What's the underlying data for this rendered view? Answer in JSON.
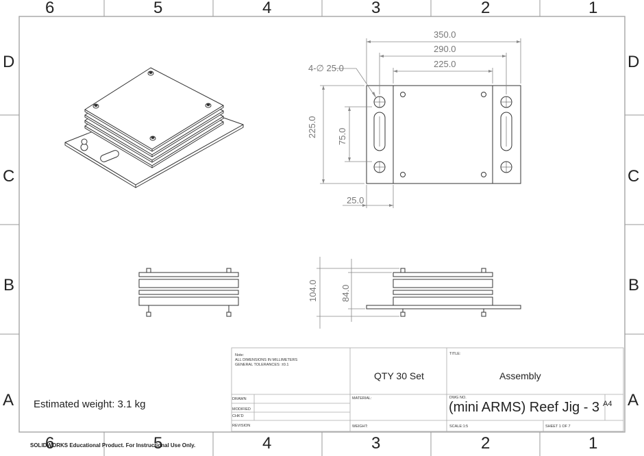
{
  "sheet": {
    "zone_columns": [
      "6",
      "5",
      "4",
      "3",
      "2",
      "1"
    ],
    "zone_rows": [
      "D",
      "C",
      "B",
      "A"
    ]
  },
  "dimensions": {
    "width_overall": "350.0",
    "hole_spacing_outer": "290.0",
    "plate_width": "225.0",
    "hole_callout": "4-∅ 25.0",
    "height": "225.0",
    "slot_length": "75.0",
    "edge_offset": "25.0",
    "stack_height_total": "104.0",
    "stack_height_inner": "84.0"
  },
  "notes": {
    "estimated_weight": "Estimated weight: 3.1 kg",
    "watermark": "SOLIDWORKS Educational Product. For Instructional Use Only."
  },
  "title_block": {
    "note_label": "Note:",
    "note_line1": "ALL DIMENSIONS IN MILLIMETERS",
    "note_line2": "GENERAL TOLERANCES: ±0.1",
    "qty": "QTY 30 Set",
    "title_label": "TITLE:",
    "title": "Assembly",
    "drawn_label": "DRAWN",
    "modified_label": "MODIFIED",
    "chkd_label": "CHK'D",
    "revision_label": "REVISION",
    "material_label": "MATERIAL:",
    "weight_label": "WEIGHT:",
    "dwg_no_label": "DWG NO.",
    "dwg_no": "(mini ARMS) Reef Jig - 3",
    "size": "A4",
    "scale": "SCALE:1:5",
    "sheet": "SHEET 1 OF 7"
  }
}
